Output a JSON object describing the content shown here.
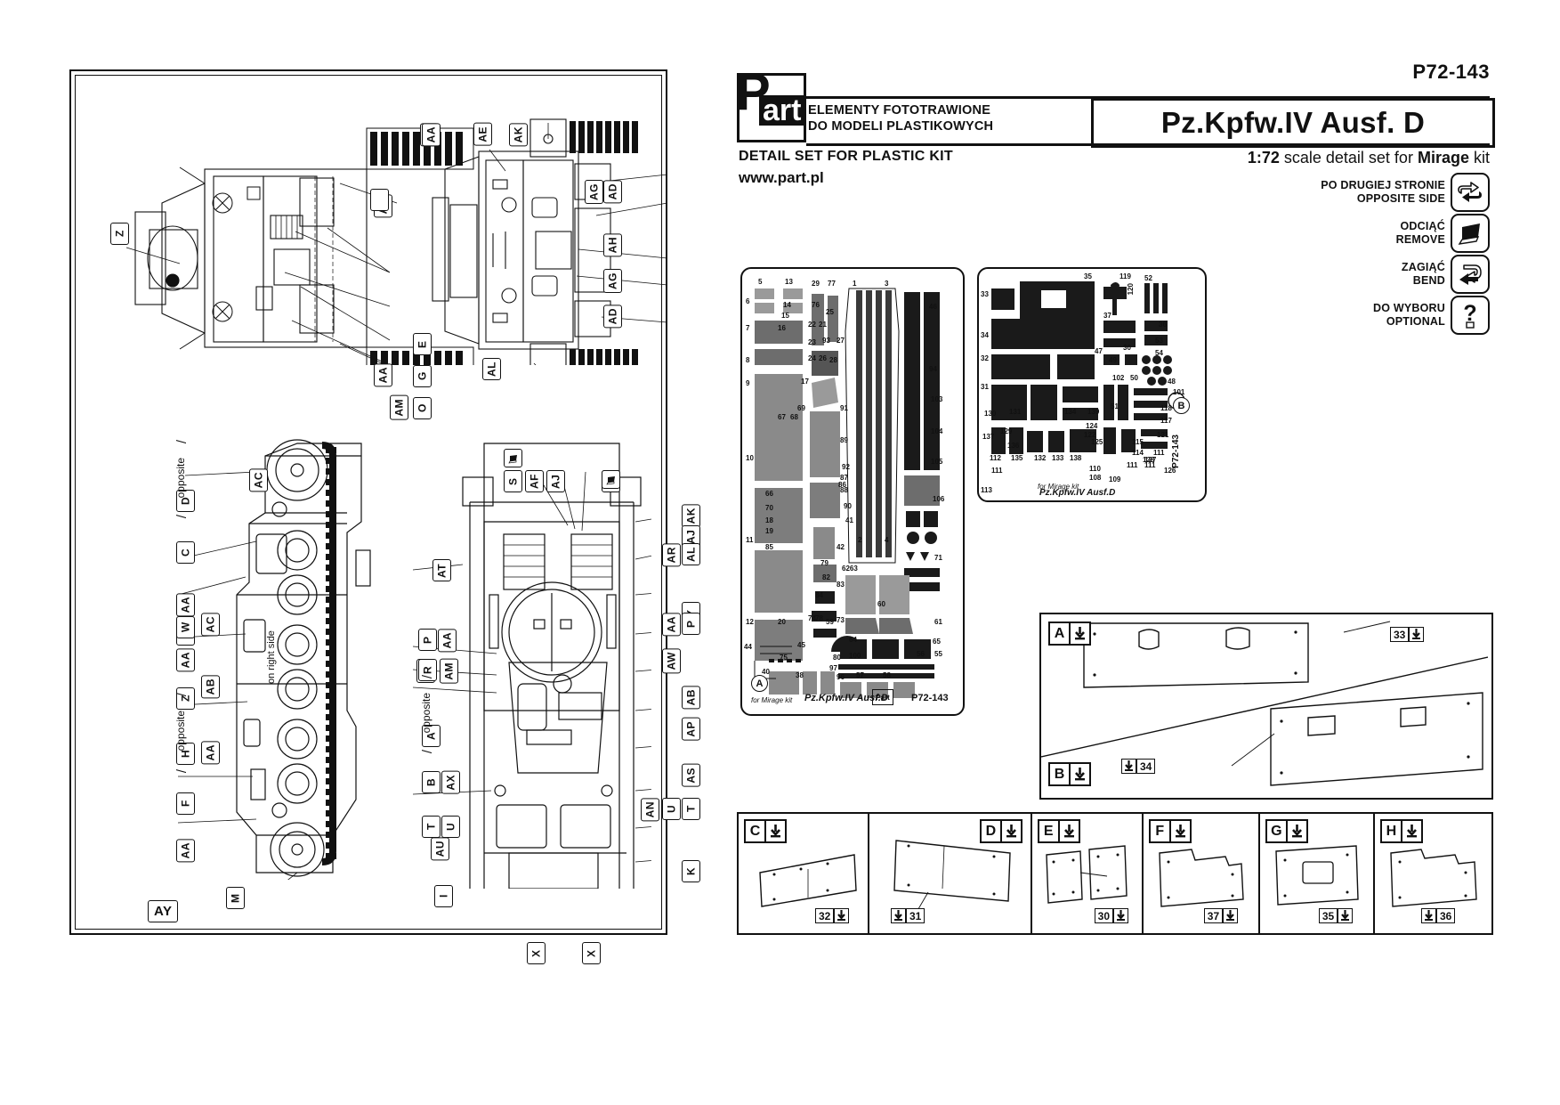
{
  "header": {
    "part_number": "P72-143",
    "brand": "Part",
    "brand_p": "P",
    "brand_art": "art",
    "polish_line1": "ELEMENTY FOTOTRAWIONE",
    "polish_line2": "DO MODELI PLASTIKOWYCH",
    "english_line": "DETAIL SET FOR PLASTIC KIT",
    "url": "www.part.pl",
    "title": "Pz.Kpfw.IV Ausf. D",
    "scale": "1:72",
    "scale_mid": "scale detail set for",
    "manufacturer": "Mirage",
    "scale_end": "kit"
  },
  "legend": [
    {
      "pl": "PO DRUGIEJ STRONIE",
      "en": "OPPOSITE SIDE",
      "icon": "opposite-side-icon"
    },
    {
      "pl": "ODCIĄĆ",
      "en": "REMOVE",
      "icon": "remove-icon"
    },
    {
      "pl": "ZAGIĄĆ",
      "en": "BEND",
      "icon": "bend-icon"
    },
    {
      "pl": "DO WYBORU",
      "en": "OPTIONAL",
      "icon": "optional-icon"
    }
  ],
  "left_panel": {
    "corner_tag": "AY",
    "view_top_left_tags": [
      "Z",
      "E",
      "G",
      "O",
      "AM",
      "AA",
      "AA",
      "AC"
    ],
    "view_top_right_tags": [
      "AE",
      "AK",
      "AG",
      "AD",
      "AH",
      "AG",
      "AD",
      "AL",
      "AA"
    ],
    "view_side_tags": [
      "AC",
      "C",
      "D",
      "AA",
      "N",
      "AC",
      "AA",
      "W",
      "Z",
      "AB",
      "AA",
      "F",
      "H",
      "AA",
      "M"
    ],
    "view_plan_tags": [
      "AL",
      "AK",
      "AJ",
      "AR",
      "AL",
      "Y",
      "AA",
      "P",
      "AW",
      "AB",
      "AP",
      "AS",
      "T",
      "U",
      "AN",
      "K",
      "I",
      "AU",
      "AT",
      "AO",
      "R",
      "AM",
      "AX",
      "B",
      "A",
      "S",
      "AF",
      "AJ",
      "X",
      "X"
    ],
    "opposite_labels": [
      "C / D opposite",
      "F / H opposite",
      "B / A opposite"
    ],
    "side_note": "on right side"
  },
  "fret_a": {
    "letter": "A",
    "footer_kit": "for Mirage kit",
    "footer_title": "Pz.Kpfw.IV Ausf.D",
    "footer_part": "P72-143",
    "brand": "Part",
    "numbers": [
      "5",
      "13",
      "29",
      "77",
      "1",
      "3",
      "46",
      "6",
      "14",
      "15",
      "76",
      "25",
      "7",
      "16",
      "22",
      "21",
      "23",
      "93",
      "27",
      "8",
      "24",
      "26",
      "28",
      "94",
      "9",
      "17",
      "103",
      "91",
      "104",
      "67",
      "68",
      "69",
      "10",
      "89",
      "105",
      "106",
      "87",
      "86",
      "92",
      "88",
      "90",
      "66",
      "41",
      "70",
      "18",
      "19",
      "11",
      "85",
      "42",
      "2",
      "4",
      "71",
      "79",
      "6263",
      "82",
      "83",
      "71",
      "84",
      "12",
      "20",
      "73",
      "78",
      "59",
      "60",
      "61",
      "44",
      "74",
      "64",
      "65",
      "75",
      "100",
      "45",
      "80",
      "40",
      "97",
      "38",
      "96",
      "57",
      "58",
      "56",
      "55",
      "35",
      "36"
    ]
  },
  "fret_b": {
    "letter": "B",
    "footer_kit": "for Mirage kit",
    "footer_title": "Pz.Kpfw.IV Ausf.D",
    "footer_part": "P72-143",
    "numbers": [
      "35",
      "119",
      "120",
      "52",
      "33",
      "34",
      "32",
      "31",
      "37",
      "36",
      "53",
      "54",
      "47",
      "49",
      "30",
      "102",
      "50",
      "48",
      "101",
      "130",
      "131",
      "134",
      "139",
      "51",
      "118",
      "117",
      "137",
      "129",
      "136",
      "124",
      "122",
      "121",
      "112",
      "135",
      "132",
      "133",
      "138",
      "115",
      "114",
      "111",
      "110",
      "128",
      "126",
      "113",
      "109",
      "108",
      "127",
      "111",
      "111"
    ]
  },
  "steps": {
    "a": {
      "letter": "A",
      "parts": [
        "33"
      ]
    },
    "b": {
      "letter": "B",
      "parts": [
        "34"
      ]
    },
    "c": {
      "letter": "C",
      "parts": [
        "32"
      ]
    },
    "d": {
      "letter": "D",
      "parts": [
        "31"
      ]
    },
    "e": {
      "letter": "E",
      "parts": [
        "30"
      ]
    },
    "f": {
      "letter": "F",
      "parts": [
        "37"
      ]
    },
    "g": {
      "letter": "G",
      "parts": [
        "35"
      ]
    },
    "h": {
      "letter": "H",
      "parts": [
        "36"
      ]
    }
  }
}
